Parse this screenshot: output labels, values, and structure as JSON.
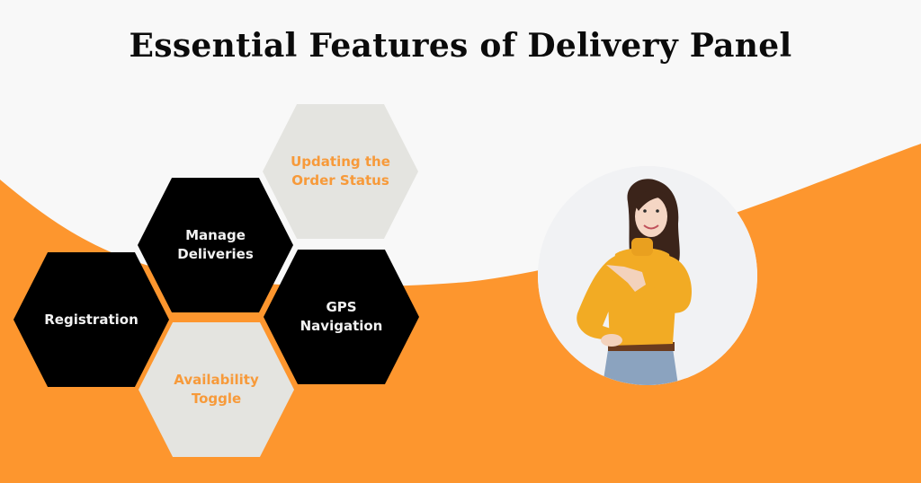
{
  "title": "Essential Features of Delivery Panel",
  "colors": {
    "background": "#f8f8f8",
    "accent_orange": "#fd962e",
    "hex_dark": "#000000",
    "hex_light": "#e4e4e0",
    "hex_light_text": "#f79a3a",
    "hex_dark_text": "#f2f2f2"
  },
  "features": [
    {
      "id": "updating-order-status",
      "label": "Updating the\nOrder Status",
      "style": "light"
    },
    {
      "id": "manage-deliveries",
      "label": "Manage\nDeliveries",
      "style": "dark"
    },
    {
      "id": "gps-navigation",
      "label": "GPS\nNavigation",
      "style": "dark"
    },
    {
      "id": "registration",
      "label": "Registration",
      "style": "dark"
    },
    {
      "id": "availability-toggle",
      "label": "Availability\nToggle",
      "style": "light"
    }
  ],
  "illustration": {
    "subject": "smiling woman in yellow turtleneck pointing",
    "shape": "circle"
  }
}
